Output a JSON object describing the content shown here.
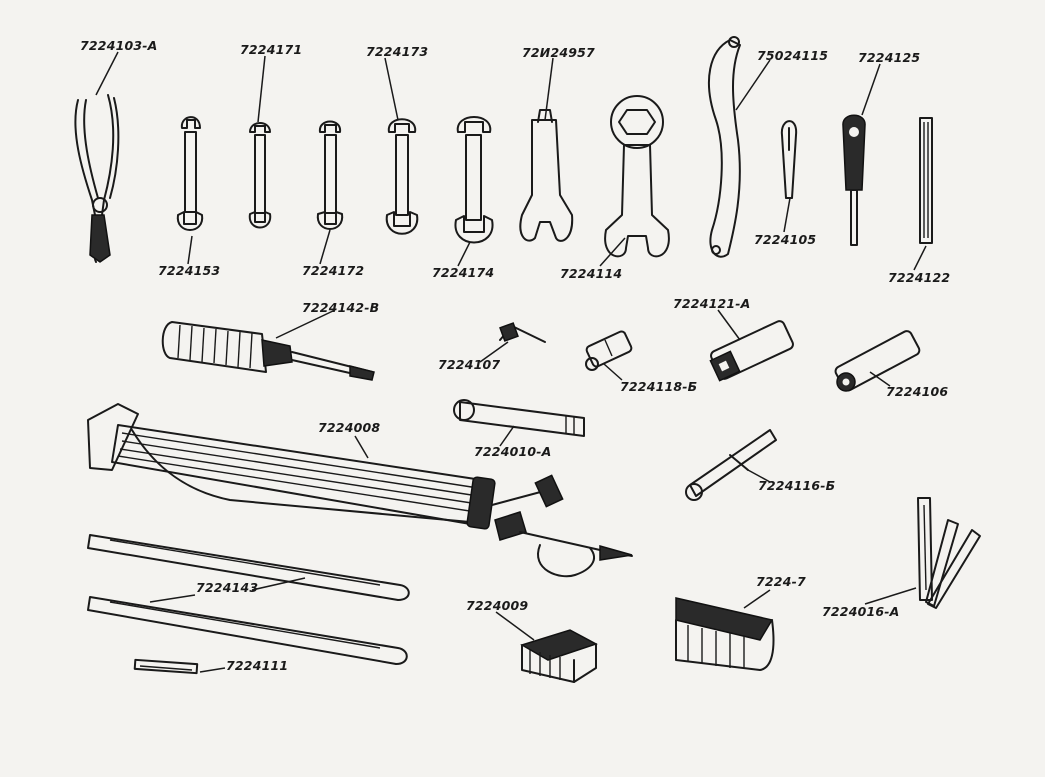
{
  "labels": {
    "pliers": "7224103-А",
    "wrench_171": "7224171",
    "wrench_173": "7224173",
    "wrench_957": "72И24957",
    "hook_spanner": "75024115",
    "screwdriver_small": "7224125",
    "wrench_153": "7224153",
    "wrench_172": "7224172",
    "wrench_174": "7224174",
    "wrench_114": "7224114",
    "tool_105": "7224105",
    "rod_122": "7224122",
    "screwdriver_142": "7224142-В",
    "key_107": "7224107",
    "socket_118": "7224118-Б",
    "socket_121": "7224121-А",
    "socket_106": "7224106",
    "pump": "7224008",
    "socket_010": "7224010-А",
    "socket_116": "7224116-Б",
    "tire_lever": "7224143",
    "file": "7224111",
    "block_009": "7224009",
    "box_7": "7224-7",
    "feeler_gauge": "7224016-А"
  }
}
